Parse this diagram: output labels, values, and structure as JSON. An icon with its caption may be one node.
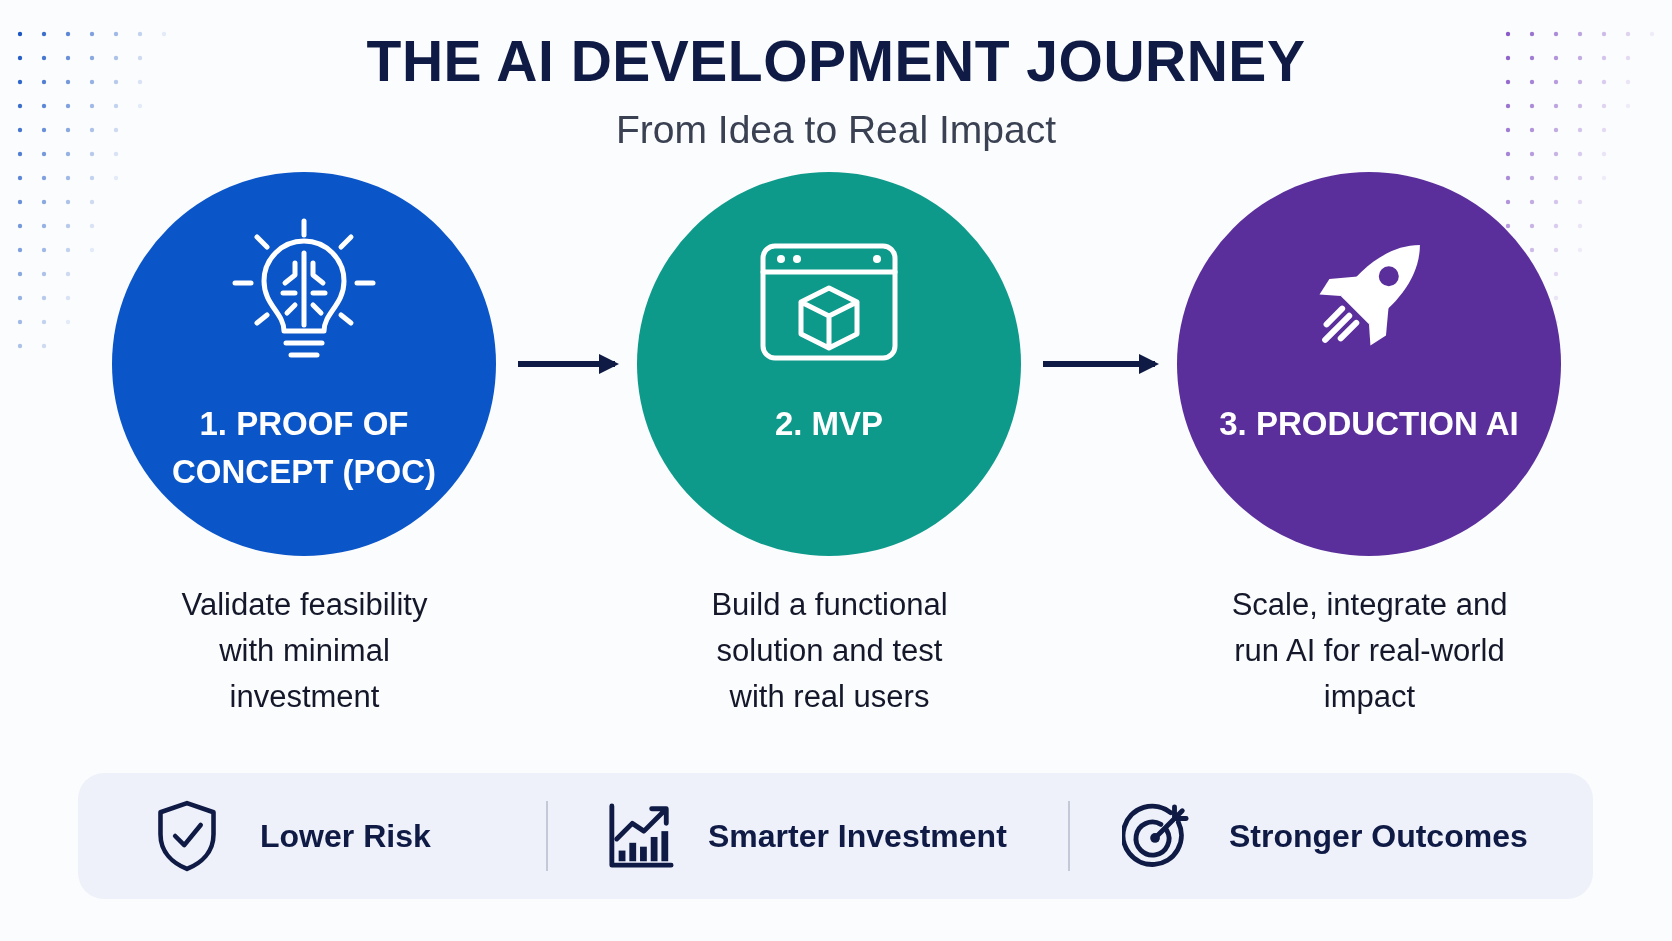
{
  "diagram": {
    "title": "THE AI DEVELOPMENT JOURNEY",
    "caption": "From Idea to Real Impact",
    "nodes": [
      {
        "text": [
          "1. PROOF OF CONCEPT (POC)"
        ],
        "beside": [
          "Validate feasibility with minimal investment"
        ]
      },
      {
        "text": [
          "2. MVP"
        ],
        "beside": [
          "Build a functional solution and test with real users"
        ]
      },
      {
        "text": [
          "3. PRODUCTION AI"
        ],
        "beside": [
          "Scale, integrate and run AI for real-world impact"
        ]
      },
      {
        "text": [
          "Lower Risk",
          "Smarter Investment",
          "Stronger Outcomes"
        ]
      }
    ],
    "edges": [
      {
        "from": 0,
        "to": 1,
        "arrow": "to"
      },
      {
        "from": 1,
        "to": 2,
        "arrow": "to"
      }
    ]
  }
}
